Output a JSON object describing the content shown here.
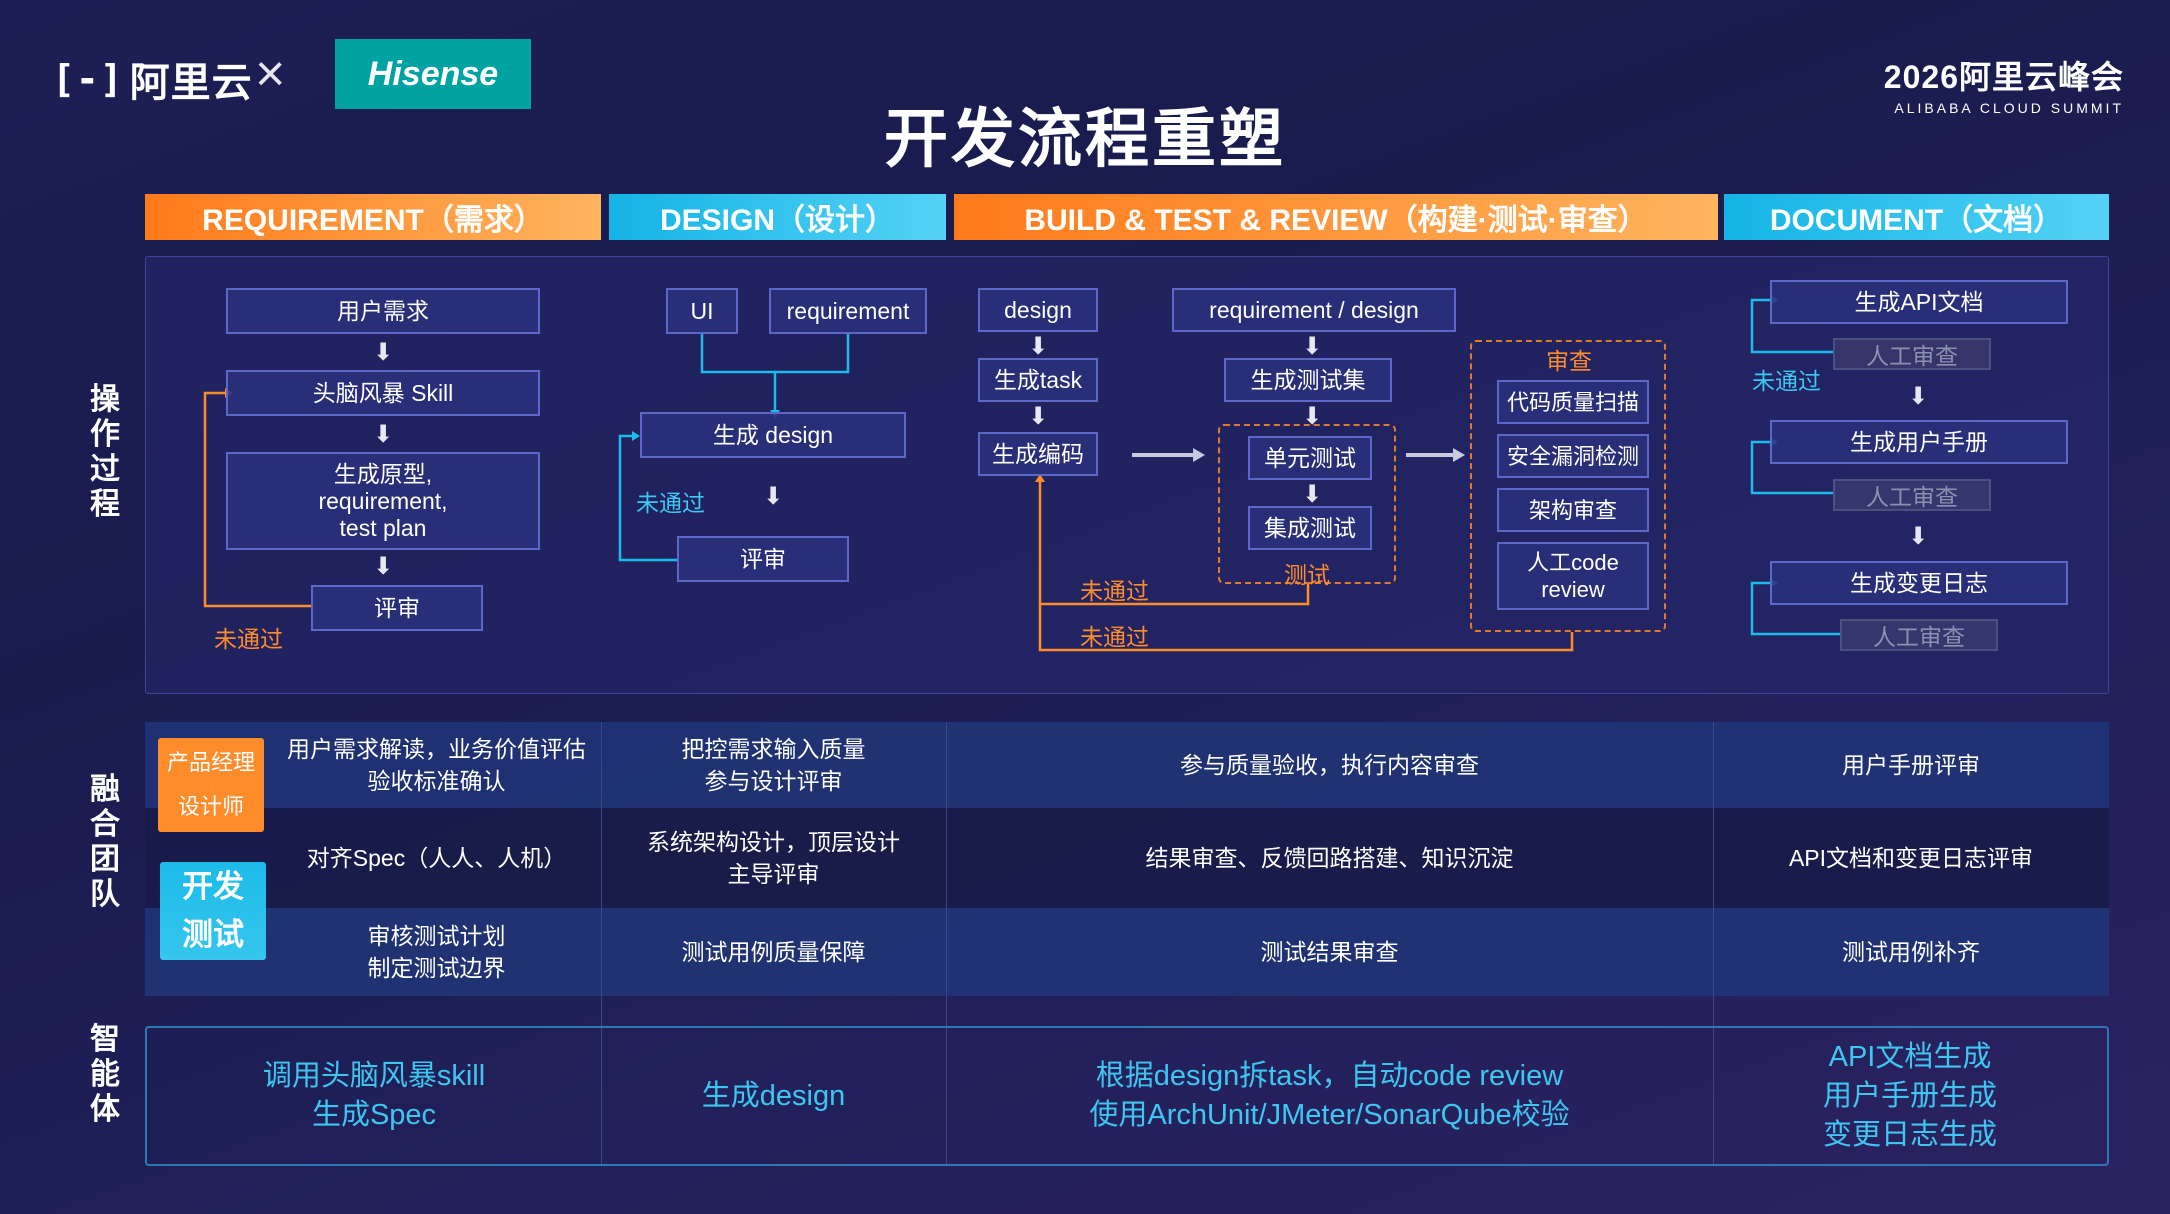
{
  "header": {
    "aliyun_logo": "阿里云",
    "partner_logo": "Hisense",
    "summit_title": "2026阿里云峰会",
    "summit_subtitle": "ALIBABA CLOUD SUMMIT",
    "title": "开发流程重塑"
  },
  "phases": [
    {
      "label": "REQUIREMENT（需求）",
      "color": "#ff8c2a"
    },
    {
      "label": "DESIGN（设计）",
      "color": "#1cbbe9"
    },
    {
      "label": "BUILD & TEST & REVIEW（构建·测试·审查）",
      "color": "#ff8c2a"
    },
    {
      "label": "DOCUMENT（文档）",
      "color": "#1cbbe9"
    }
  ],
  "side_labels": {
    "process": "操作过程",
    "team": "融合团队",
    "agent": "智能体"
  },
  "requirement": {
    "steps": [
      "用户需求",
      "头脑风暴 Skill",
      "生成原型,\nrequirement,\ntest plan",
      "评审"
    ],
    "fail": "未通过"
  },
  "design": {
    "ui": "UI",
    "requirement": "requirement",
    "generate": "生成 design",
    "fail": "未通过",
    "review": "评审"
  },
  "build": {
    "design": "design",
    "gen_task": "生成task",
    "gen_code": "生成编码",
    "req_design": "requirement / design",
    "gen_testset": "生成测试集",
    "unit_test": "单元测试",
    "integration_test": "集成测试",
    "test_label": "测试",
    "review_label": "审查",
    "reviews": [
      "代码质量扫描",
      "安全漏洞检测",
      "架构审查",
      "人工code\nreview"
    ],
    "fail1": "未通过",
    "fail2": "未通过"
  },
  "document": {
    "steps": [
      "生成API文档",
      "生成用户手册",
      "生成变更日志"
    ],
    "manual": "人工审查",
    "fail": "未通过"
  },
  "roles": {
    "pm": "产品经理",
    "designer": "设计师",
    "dev": "开发",
    "test": "测试"
  },
  "team_rows": [
    [
      "用户需求解读，业务价值评估\n验收标准确认",
      "把控需求输入质量\n参与设计评审",
      "参与质量验收，执行内容审查",
      "用户手册评审"
    ],
    [
      "对齐Spec（人人、人机）",
      "系统架构设计，顶层设计\n主导评审",
      "结果审查、反馈回路搭建、知识沉淀",
      "API文档和变更日志评审"
    ],
    [
      "审核测试计划\n制定测试边界",
      "测试用例质量保障",
      "测试结果审查",
      "测试用例补齐"
    ]
  ],
  "agents": [
    "调用头脑风暴skill\n生成Spec",
    "生成design",
    "根据design拆task，自动code review\n使用ArchUnit/JMeter/SonarQube校验",
    "API文档生成\n用户手册生成\n变更日志生成"
  ],
  "colors": {
    "orange": "#ff8c2a",
    "blue": "#1cbbe9",
    "box_border": "#5c67c6"
  }
}
